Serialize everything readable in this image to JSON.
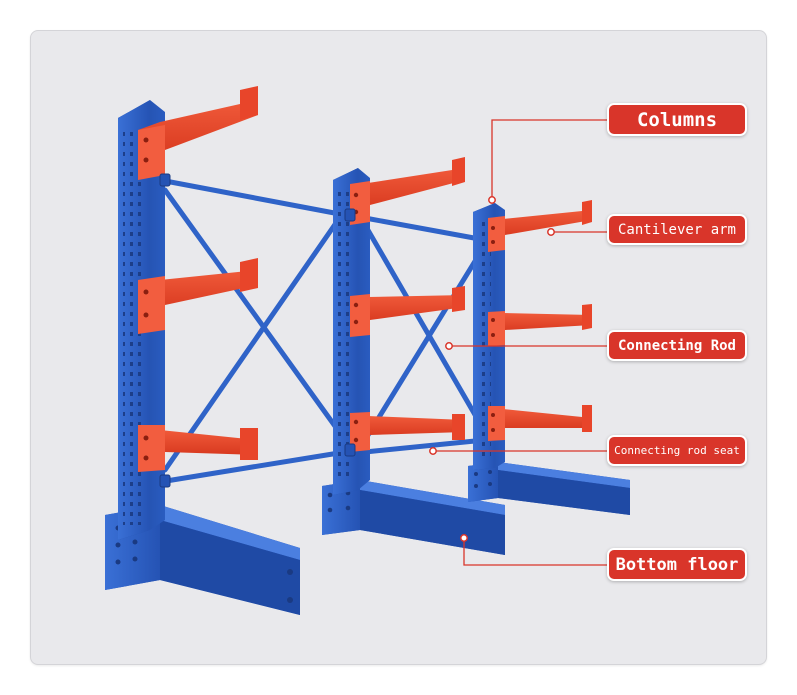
{
  "labels": {
    "columns": "Columns",
    "cantilever_arm": "Cantilever arm",
    "connecting_rod": "Connecting Rod",
    "connecting_rod_seat": "Connecting rod seat",
    "bottom_floor": "Bottom floor"
  },
  "colors": {
    "column_blue": "#2f63c8",
    "arm_orange": "#e8452a",
    "tag_red": "#d9352a",
    "leader_line": "#d9352a",
    "background": "#e9e9ec"
  }
}
